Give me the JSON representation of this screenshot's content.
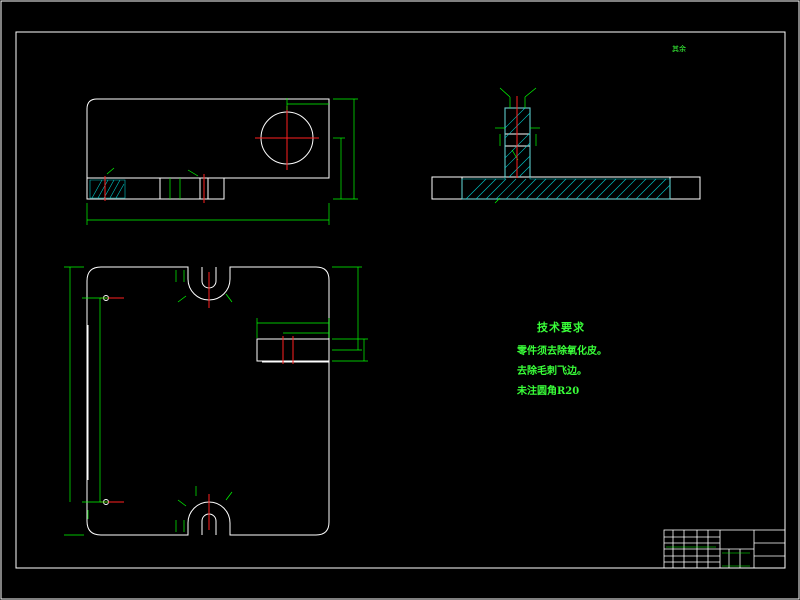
{
  "drawing": {
    "roughness_note": "其余",
    "technical_requirements": {
      "title": "技术要求",
      "items": [
        "零件须去除氧化皮。",
        "去除毛刺飞边。",
        "未注圆角R20"
      ]
    }
  },
  "colors": {
    "background": "#000000",
    "outline": "#ffffff",
    "dimension": "#00ff00",
    "centerline": "#ff2020",
    "hatch": "#00c8c8",
    "text": "#39ff39"
  }
}
